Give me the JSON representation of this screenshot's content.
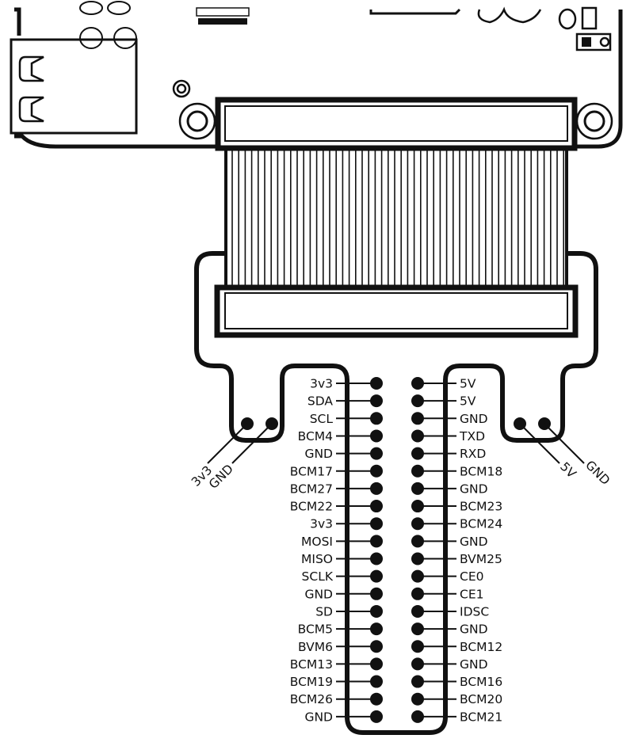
{
  "colors": {
    "ink": "#111111",
    "background": "#ffffff"
  },
  "left_pins": [
    "3v3",
    "SDA",
    "SCL",
    "BCM4",
    "GND",
    "BCM17",
    "BCM27",
    "BCM22",
    "3v3",
    "MOSI",
    "MISO",
    "SCLK",
    "GND",
    "SD",
    "BCM5",
    "BVM6",
    "BCM13",
    "BCM19",
    "BCM26",
    "GND"
  ],
  "right_pins": [
    "5V",
    "5V",
    "GND",
    "TXD",
    "RXD",
    "BCM18",
    "GND",
    "BCM23",
    "BCM24",
    "GND",
    "BVM25",
    "CE0",
    "CE1",
    "IDSC",
    "GND",
    "BCM12",
    "GND",
    "BCM16",
    "BCM20",
    "BCM21"
  ],
  "side_pins": {
    "left_a": "3v3",
    "left_b": "GND",
    "right_a": "5V",
    "right_b": "GND"
  }
}
